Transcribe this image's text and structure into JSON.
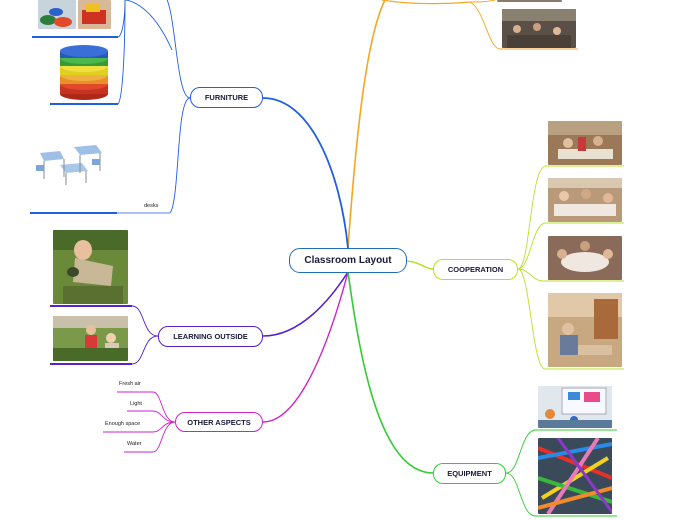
{
  "central": {
    "label": "Classroom Layout"
  },
  "branches": {
    "furniture": {
      "label": "FURNITURE",
      "color": "#1f5fe0",
      "subtopics": [
        {
          "label": "desks"
        }
      ]
    },
    "learning_outside": {
      "label": "LEARNING OUTSIDE",
      "color": "#5522cc"
    },
    "other_aspects": {
      "label": "OTHER ASPECTS",
      "color": "#cc22cc",
      "subtopics": [
        {
          "label": "Fresh air"
        },
        {
          "label": "Light"
        },
        {
          "label": "Enough space"
        },
        {
          "label": "Water"
        }
      ]
    },
    "cooperation": {
      "label": "COOPERATION",
      "color": "#b8e02a"
    },
    "equipment": {
      "label": "EQUIPMENT",
      "color": "#33cc33"
    },
    "top_branch": {
      "color": "#f5a623"
    }
  },
  "colors": {
    "central_border": "#1f6fb5",
    "text": "#1a1a3a"
  },
  "images": [
    {
      "name": "colorful-cushions-photo"
    },
    {
      "name": "stacked-seat-cushions-photo"
    },
    {
      "name": "modular-desks-photo"
    },
    {
      "name": "child-exploring-outdoors-photo"
    },
    {
      "name": "children-in-garden-photo"
    },
    {
      "name": "classroom-photo"
    },
    {
      "name": "group-work-photo"
    },
    {
      "name": "students-collaborating-photo"
    },
    {
      "name": "round-table-group-photo"
    },
    {
      "name": "library-students-photo"
    },
    {
      "name": "smartboard-classroom-photo"
    },
    {
      "name": "colored-pencils-photo"
    }
  ]
}
